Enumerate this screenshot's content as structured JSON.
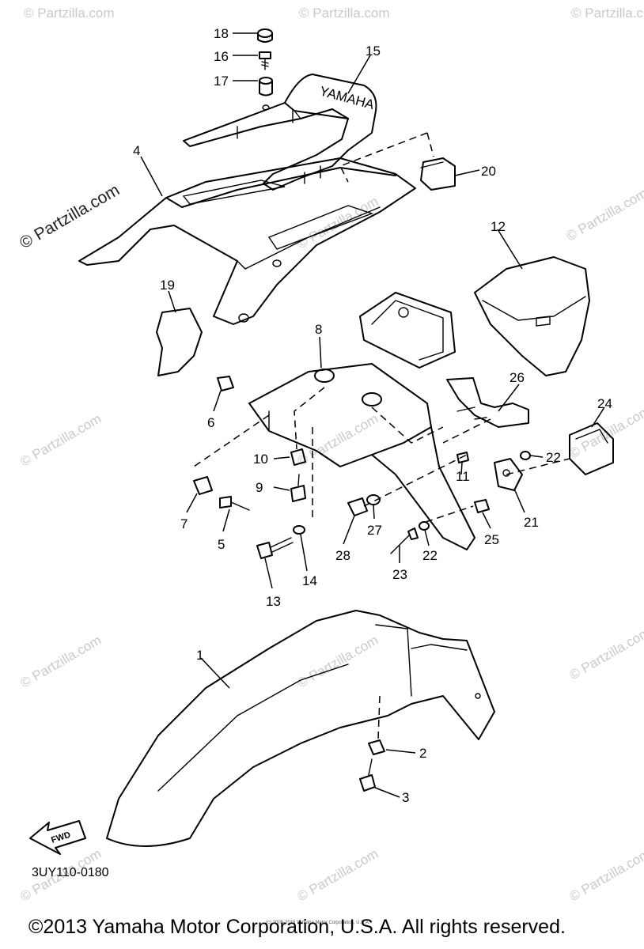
{
  "diagram": {
    "part_labels": [
      "1",
      "2",
      "3",
      "4",
      "5",
      "6",
      "7",
      "8",
      "9",
      "10",
      "11",
      "12",
      "13",
      "14",
      "15",
      "16",
      "17",
      "18",
      "19",
      "20",
      "21",
      "22",
      "22",
      "23",
      "24",
      "25",
      "26",
      "27",
      "28"
    ],
    "fwd_label": "FWD",
    "rack_lettering": "YAMAHA",
    "watermark": "© Partzilla.com",
    "diagram_code": "3UY110-0180",
    "copyright": "©2013 Yamaha Motor Corporation, U.S.A. All rights reserved.",
    "fine_print": "(c) 2005-2016 Yamaha Motor Corporation, U.S.A."
  }
}
